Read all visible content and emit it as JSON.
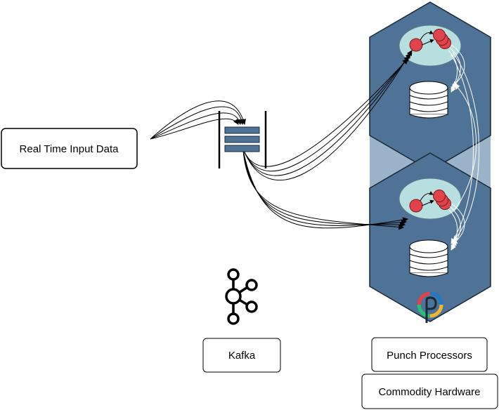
{
  "labels": {
    "input": "Real Time Input Data",
    "kafka": "Kafka",
    "processors": "Punch Processors",
    "hardware": "Commodity Hardware"
  },
  "icons": {
    "kafka": "kafka-logo-icon",
    "punch": "punch-logo-icon",
    "queue": "message-queue-icon",
    "storage": "database-icon",
    "processor": "processor-nodes-icon"
  },
  "colors": {
    "hexagon_fill": "#4e7397",
    "connector_fill": "#9bb3c8",
    "ellipse_fill": "#b8dfe0",
    "node_fill": "#e0434b",
    "queue_bar": "#4e7397",
    "logo_blue": "#1f79c6",
    "logo_red": "#e0434b",
    "logo_green": "#2bbf74",
    "logo_yellow": "#f2b530"
  }
}
